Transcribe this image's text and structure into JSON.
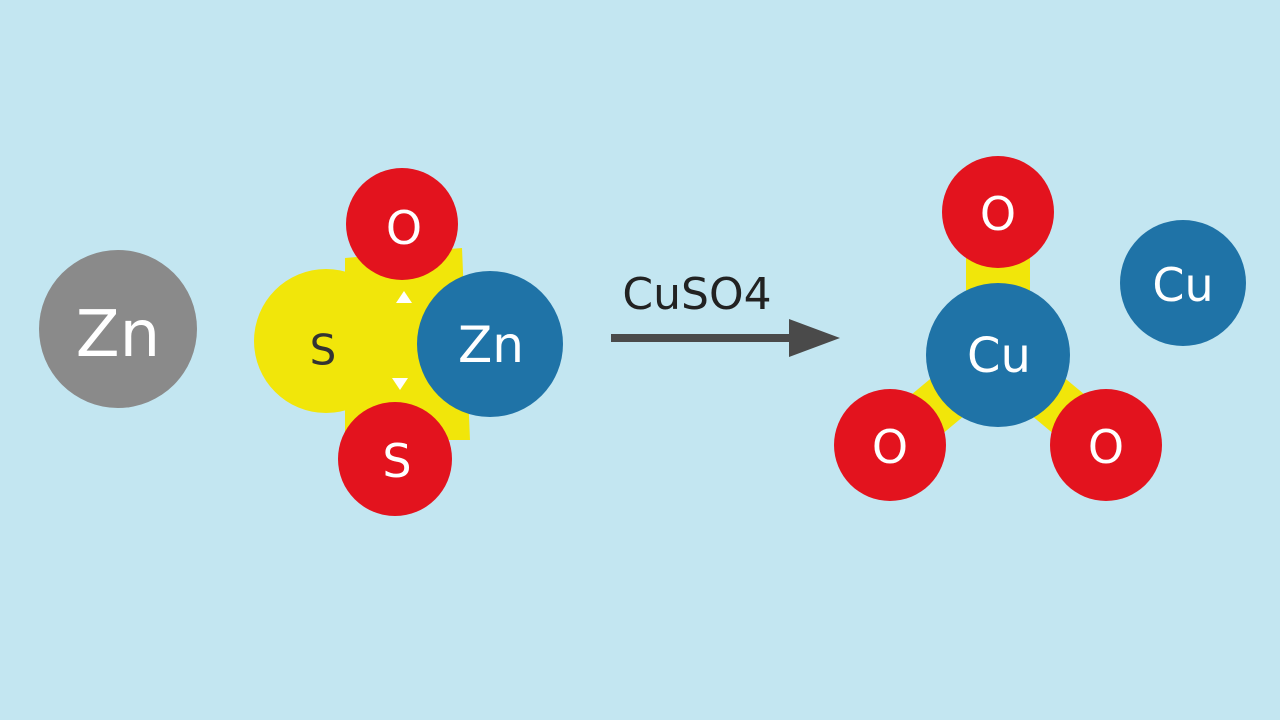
{
  "colors": {
    "background": "#c3e6f1",
    "zinc_gray": "#8a8a8a",
    "oxygen_red": "#e3131e",
    "sulfur_yellow": "#f1e60a",
    "metal_blue": "#1f73a7",
    "arrow": "#4a4a4a",
    "label_white": "#ffffff",
    "label_dark": "#333333"
  },
  "reactants": {
    "zinc_atom": "Zn",
    "molecule": {
      "oxygen_top": "O",
      "sulfur_center": "S",
      "zinc": "Zn",
      "sulfur_bottom": "S"
    }
  },
  "arrow": {
    "label": "CuSO4"
  },
  "products": {
    "molecule": {
      "oxygen_top": "O",
      "copper_center": "Cu",
      "oxygen_left": "O",
      "oxygen_right": "O"
    },
    "copper_atom": "Cu"
  }
}
